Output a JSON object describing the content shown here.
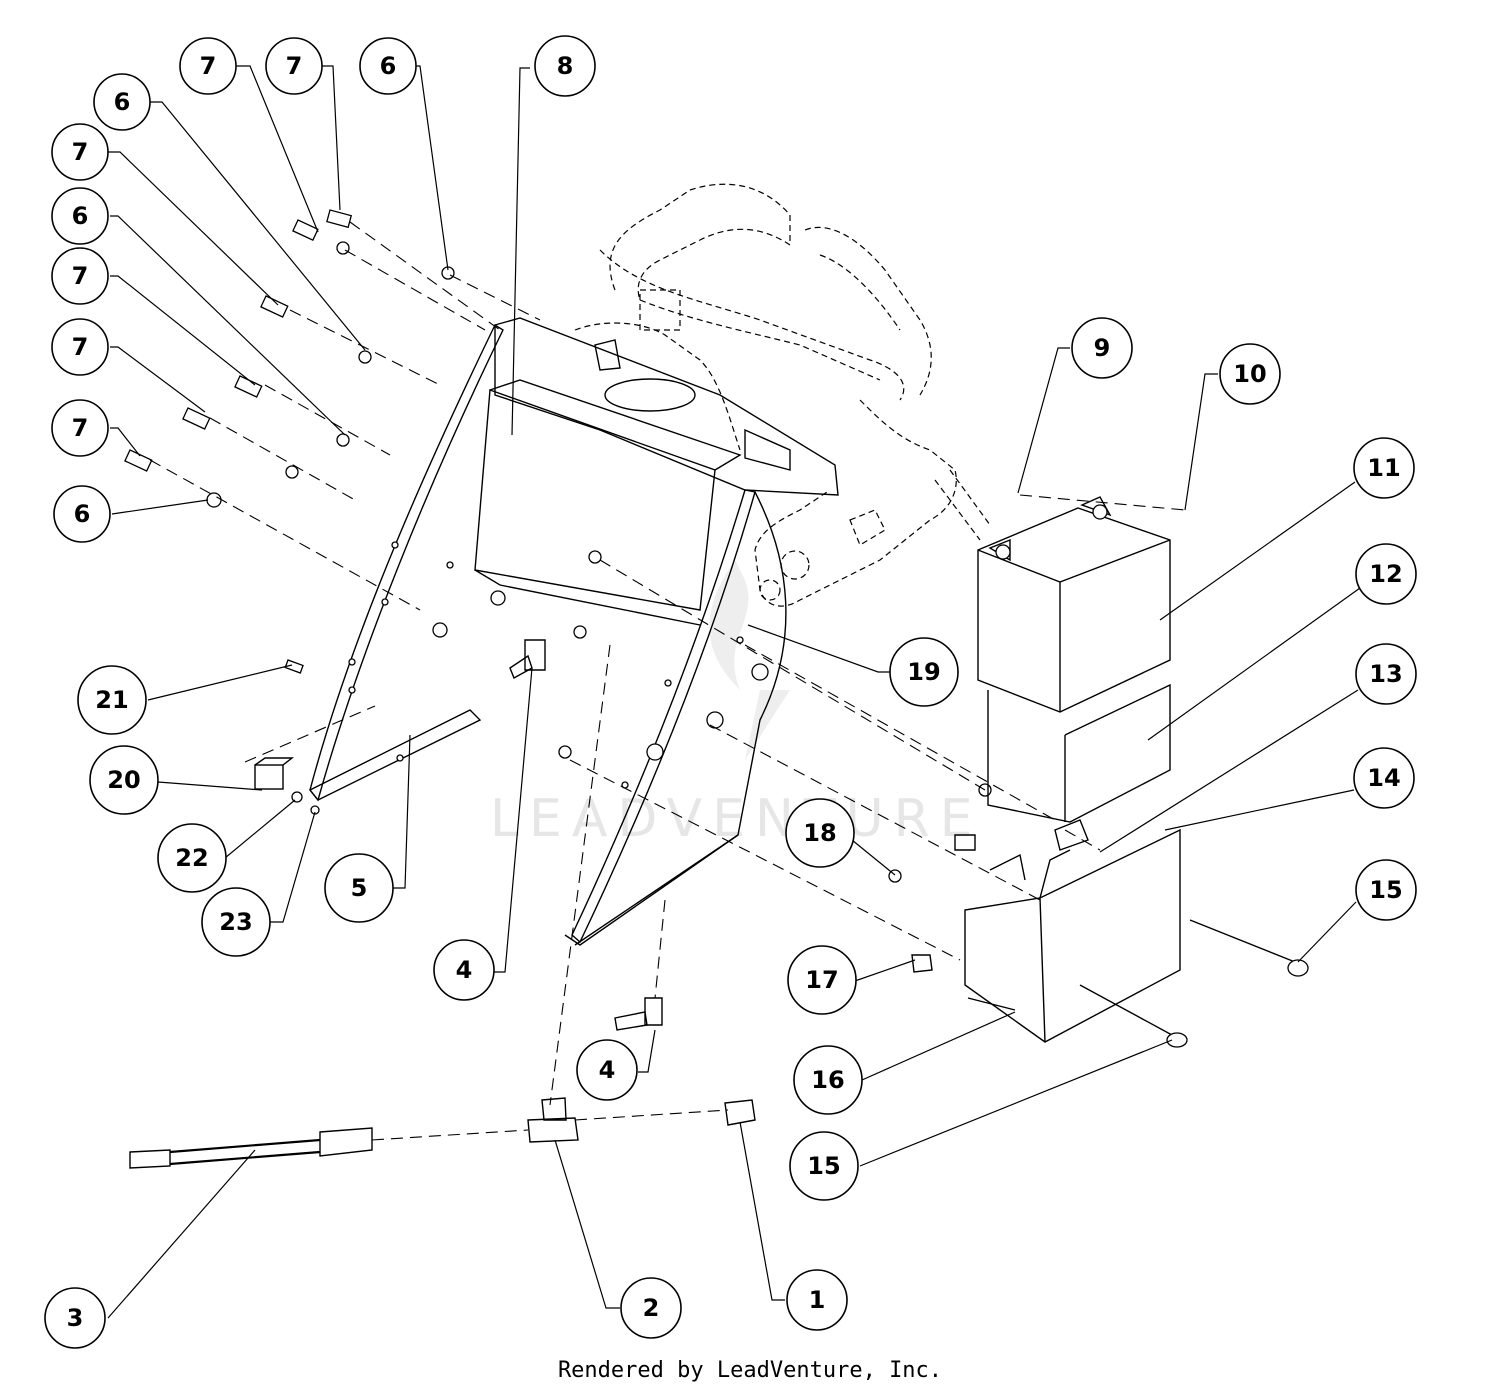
{
  "watermark": {
    "text": "LEADVENTURE"
  },
  "footer": {
    "text": "Rendered by LeadVenture, Inc."
  },
  "callouts": [
    {
      "label": "7"
    },
    {
      "label": "7"
    },
    {
      "label": "6"
    },
    {
      "label": "8"
    },
    {
      "label": "6"
    },
    {
      "label": "7"
    },
    {
      "label": "6"
    },
    {
      "label": "7"
    },
    {
      "label": "7"
    },
    {
      "label": "7"
    },
    {
      "label": "6"
    },
    {
      "label": "9"
    },
    {
      "label": "10"
    },
    {
      "label": "11"
    },
    {
      "label": "12"
    },
    {
      "label": "13"
    },
    {
      "label": "14"
    },
    {
      "label": "15"
    },
    {
      "label": "19"
    },
    {
      "label": "21"
    },
    {
      "label": "20"
    },
    {
      "label": "22"
    },
    {
      "label": "23"
    },
    {
      "label": "5"
    },
    {
      "label": "18"
    },
    {
      "label": "17"
    },
    {
      "label": "16"
    },
    {
      "label": "15"
    },
    {
      "label": "4"
    },
    {
      "label": "4"
    },
    {
      "label": "3"
    },
    {
      "label": "2"
    },
    {
      "label": "1"
    }
  ]
}
